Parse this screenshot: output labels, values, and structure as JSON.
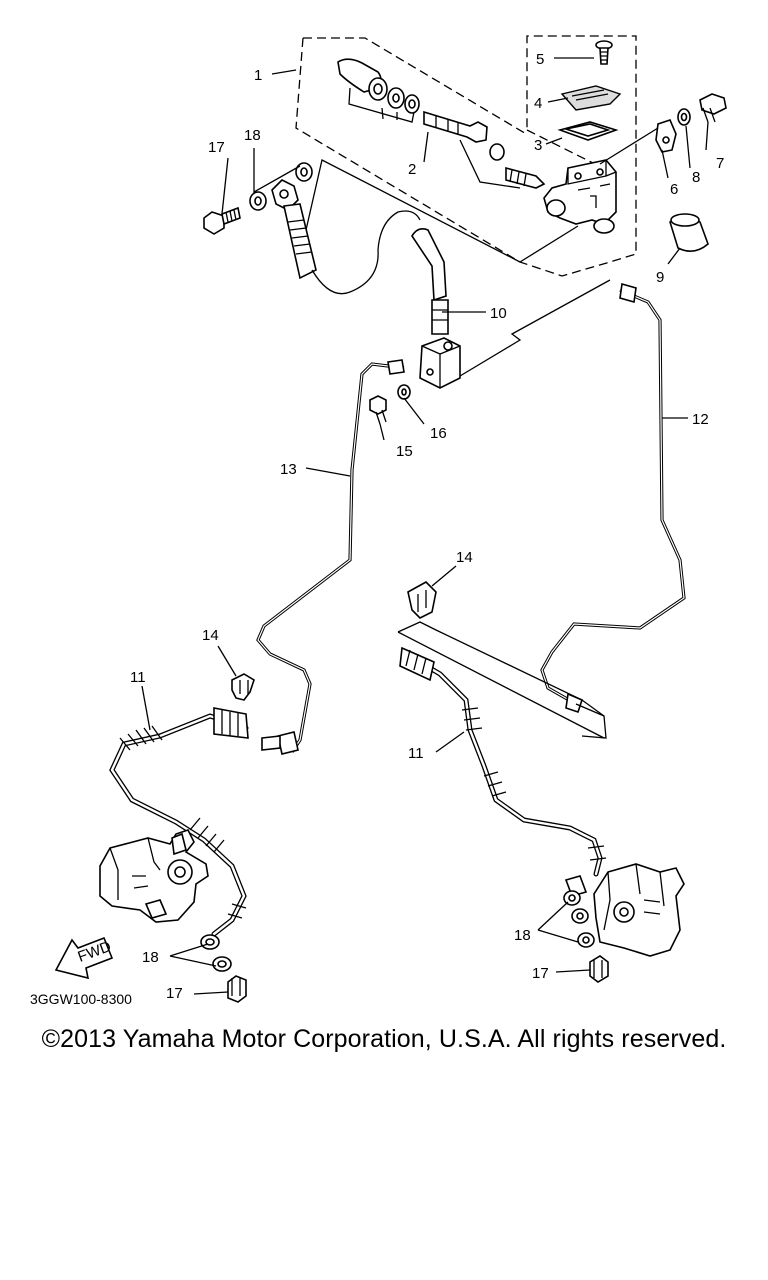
{
  "diagram": {
    "part_labels": [
      "1",
      "2",
      "3",
      "4",
      "5",
      "6",
      "7",
      "8",
      "9",
      "10",
      "11",
      "12",
      "13",
      "14",
      "15",
      "16",
      "17",
      "18"
    ],
    "left_caliper_labels": {
      "hose": "11",
      "clip": "14",
      "washer": "18",
      "bolt": "17"
    },
    "right_caliper_labels": {
      "hose": "11",
      "clip": "14",
      "washer": "18",
      "bolt": "17"
    },
    "fwd_arrow_text": "FWD",
    "diagram_code": "3GGW100-8300"
  },
  "footer": {
    "copyright": "©2013 Yamaha Motor Corporation, U.S.A. All rights reserved."
  }
}
